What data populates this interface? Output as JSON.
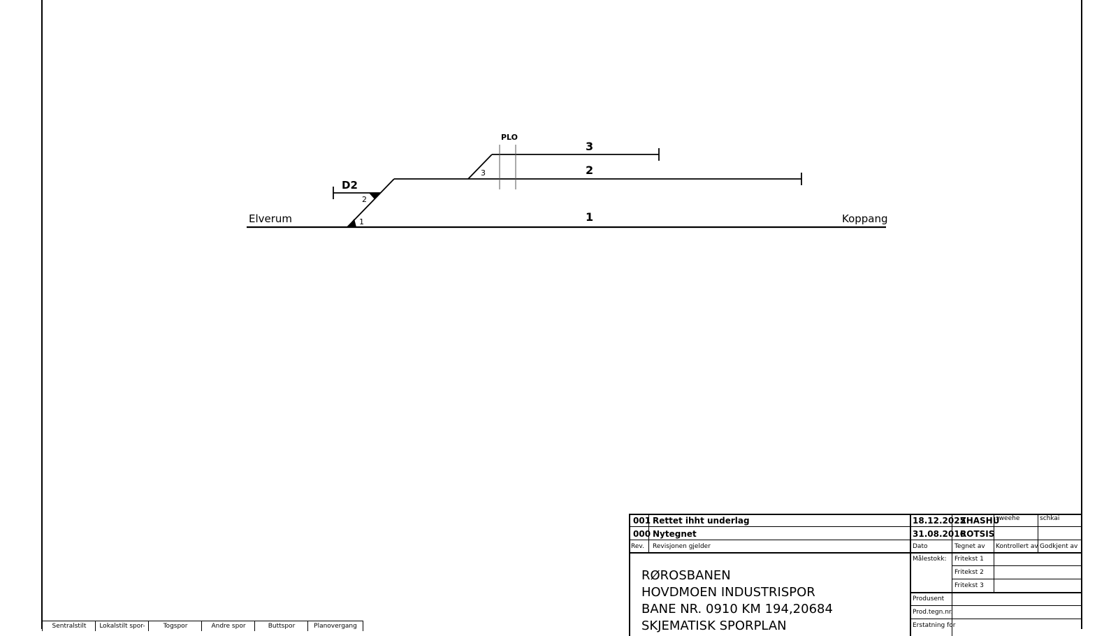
{
  "stations": {
    "west": "Elverum",
    "east": "Koppang"
  },
  "tracks": {
    "t1": "1",
    "t2": "2",
    "t3": "3",
    "d2": "D2"
  },
  "switches": {
    "s1": "1",
    "s2": "2",
    "s3": "3"
  },
  "plo_label": "PLO",
  "revisions": [
    {
      "rev": "001",
      "text": "Rettet ihht underlag",
      "date": "18.12.2025",
      "drawn_by": "ZHASHU"
    },
    {
      "rev": "000",
      "text": "Nytegnet",
      "date": "31.08.2016",
      "drawn_by": "ROTSIS"
    }
  ],
  "signatures": {
    "sig1": "sweehe",
    "sig2": "schkai"
  },
  "revision_headers": {
    "rev": "Rev.",
    "text": "Revisjonen gjelder",
    "date": "Dato",
    "drawn": "Tegnet av",
    "checked": "Kontrollert av",
    "approved": "Godkjent av"
  },
  "title": {
    "line1": "RØROSBANEN",
    "line2": "HOVDMOEN INDUSTRISPOR",
    "line3": "BANE NR. 0910 KM 194,20684",
    "line4": "SKJEMATISK SPORPLAN"
  },
  "fields": {
    "scale": "Målestokk:",
    "free1": "Fritekst 1",
    "free2": "Fritekst 2",
    "free3": "Fritekst 3",
    "producer": "Produsent",
    "prod_no": "Prod.tegn.nr.",
    "replacement": "Erstatning for"
  },
  "legend": [
    "Sentralstilt",
    "Lokalstilt spor-",
    "Togspor",
    "Andre spor",
    "Buttspor",
    "Planovergang"
  ]
}
